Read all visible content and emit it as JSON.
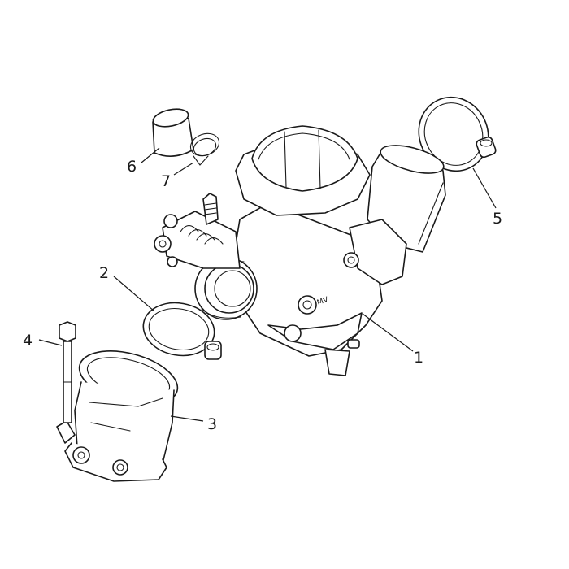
{
  "callouts": [
    {
      "id": "1",
      "label": "1"
    },
    {
      "id": "2",
      "label": "2"
    },
    {
      "id": "3",
      "label": "3"
    },
    {
      "id": "4",
      "label": "4"
    },
    {
      "id": "5",
      "label": "5"
    },
    {
      "id": "6",
      "label": "6"
    },
    {
      "id": "7",
      "label": "7"
    }
  ],
  "stamp_text": "MV"
}
